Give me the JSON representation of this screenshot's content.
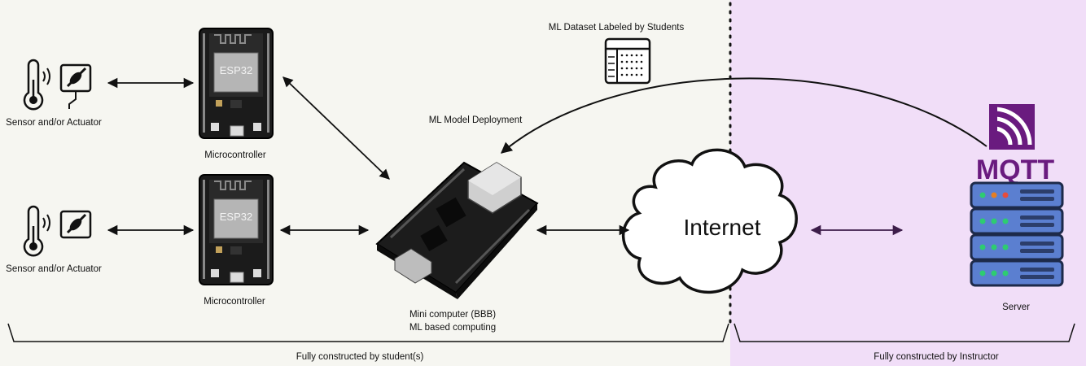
{
  "labels": {
    "sensor_1": "Sensor and/or Actuator",
    "sensor_2": "Sensor and/or Actuator",
    "mcu_1": "Microcontroller",
    "mcu_2": "Microcontroller",
    "chip_1": "ESP32",
    "chip_2": "ESP32",
    "bbb_line1": "Mini computer (BBB)",
    "bbb_line2": "ML based computing",
    "dataset": "ML Dataset Labeled by Students",
    "deployment": "ML Model Deployment",
    "internet": "Internet",
    "mqtt": "MQTT",
    "server": "Server",
    "student_zone": "Fully constructed by student(s)",
    "instructor_zone": "Fully constructed by Instructor"
  },
  "colors": {
    "student_bg": "#f6f6f1",
    "instructor_bg": "#f1def8",
    "mqtt_purple": "#6a1b7f",
    "server_blue": "#5b7fd0",
    "server_dark": "#2c3e6b",
    "led_green": "#2ecc71",
    "led_orange": "#e67e22",
    "led_red": "#e74c3c"
  }
}
